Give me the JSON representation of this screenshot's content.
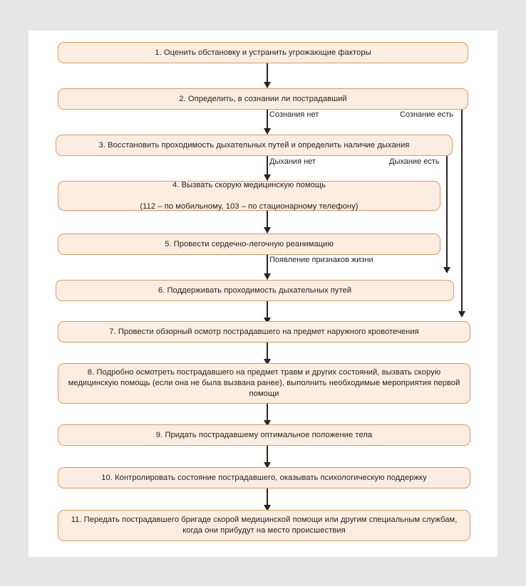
{
  "colors": {
    "page_background": "#e7e7e7",
    "card_background": "#ffffff",
    "node_fill": "#fbeee0",
    "node_border": "#dc9861",
    "connector": "#2b2320",
    "text": "#231f1c"
  },
  "chart_data": {
    "type": "diagram",
    "title": "",
    "nodes": [
      {
        "id": 1,
        "label": "1. Оценить обстановку и устранить угрожающие факторы"
      },
      {
        "id": 2,
        "label": "2. Определить, в сознании ли пострадавший"
      },
      {
        "id": 3,
        "label": "3. Восстановить проходимость дыхательных путей и определить наличие дыхания"
      },
      {
        "id": 4,
        "label": "4. Вызвать скорую медицинскую помощь\n(112 – по мобильному, 103 – по стационарному телефону)"
      },
      {
        "id": 5,
        "label": "5. Провести сердечно-легочную реанимацию"
      },
      {
        "id": 6,
        "label": "6. Поддерживать проходимость дыхательных путей"
      },
      {
        "id": 7,
        "label": "7. Провести обзорный осмотр пострадавшего на предмет наружного кровотечения"
      },
      {
        "id": 8,
        "label": "8. Подробно осмотреть пострадавшего на предмет травм и других состояний, вызвать скорую медицинскую помощь (если она не была вызвана ранее), выполнить необходимые мероприятия первой помощи"
      },
      {
        "id": 9,
        "label": "9. Придать пострадавшему оптимальное положение тела"
      },
      {
        "id": 10,
        "label": "10. Контролировать состояние пострадавшего, оказывать психологическую поддержку"
      },
      {
        "id": 11,
        "label": "11. Передать пострадавшего бригаде скорой медицинской помощи или другим специальным службам, когда они прибудут на место происшествия"
      }
    ],
    "edges": [
      {
        "from": 1,
        "to": 2,
        "label": ""
      },
      {
        "from": 2,
        "to": 3,
        "label": "Сознания нет"
      },
      {
        "from": 2,
        "to": 7,
        "label": "Сознание есть"
      },
      {
        "from": 3,
        "to": 4,
        "label": "Дыхания нет"
      },
      {
        "from": 3,
        "to": 6,
        "label": "Дыхание есть"
      },
      {
        "from": 4,
        "to": 5,
        "label": ""
      },
      {
        "from": 5,
        "to": 6,
        "label": "Появление признаков жизни"
      },
      {
        "from": 6,
        "to": 7,
        "label": ""
      },
      {
        "from": 7,
        "to": 8,
        "label": ""
      },
      {
        "from": 8,
        "to": 9,
        "label": ""
      },
      {
        "from": 9,
        "to": 10,
        "label": ""
      },
      {
        "from": 10,
        "to": 11,
        "label": ""
      }
    ]
  },
  "nodes": {
    "n1": "1. Оценить обстановку и устранить угрожающие факторы",
    "n2": "2. Определить, в сознании ли пострадавший",
    "n3": "3. Восстановить проходимость дыхательных путей и определить наличие дыхания",
    "n4_line1": "4. Вызвать скорую медицинскую помощь",
    "n4_line2": "(112 – по мобильному, 103 – по стационарному телефону)",
    "n5": "5. Провести сердечно-легочную реанимацию",
    "n6": "6. Поддерживать проходимость дыхательных путей",
    "n7": "7. Провести обзорный осмотр пострадавшего на предмет наружного кровотечения",
    "n8": "8. Подробно осмотреть пострадавшего на предмет травм и других состояний, вызвать скорую медицинскую помощь (если она не была вызвана ранее), выполнить необходимые мероприятия первой помощи",
    "n9": "9. Придать пострадавшему оптимальное положение тела",
    "n10": "10. Контролировать состояние пострадавшего, оказывать психологическую поддержку",
    "n11": "11. Передать пострадавшего бригаде скорой медицинской помощи или другим специальным службам, когда они прибудут на место происшествия"
  },
  "edge_labels": {
    "no_consciousness": "Сознания нет",
    "has_consciousness": "Сознание есть",
    "no_breathing": "Дыхания нет",
    "has_breathing": "Дыхание есть",
    "signs_of_life": "Появление признаков жизни"
  }
}
